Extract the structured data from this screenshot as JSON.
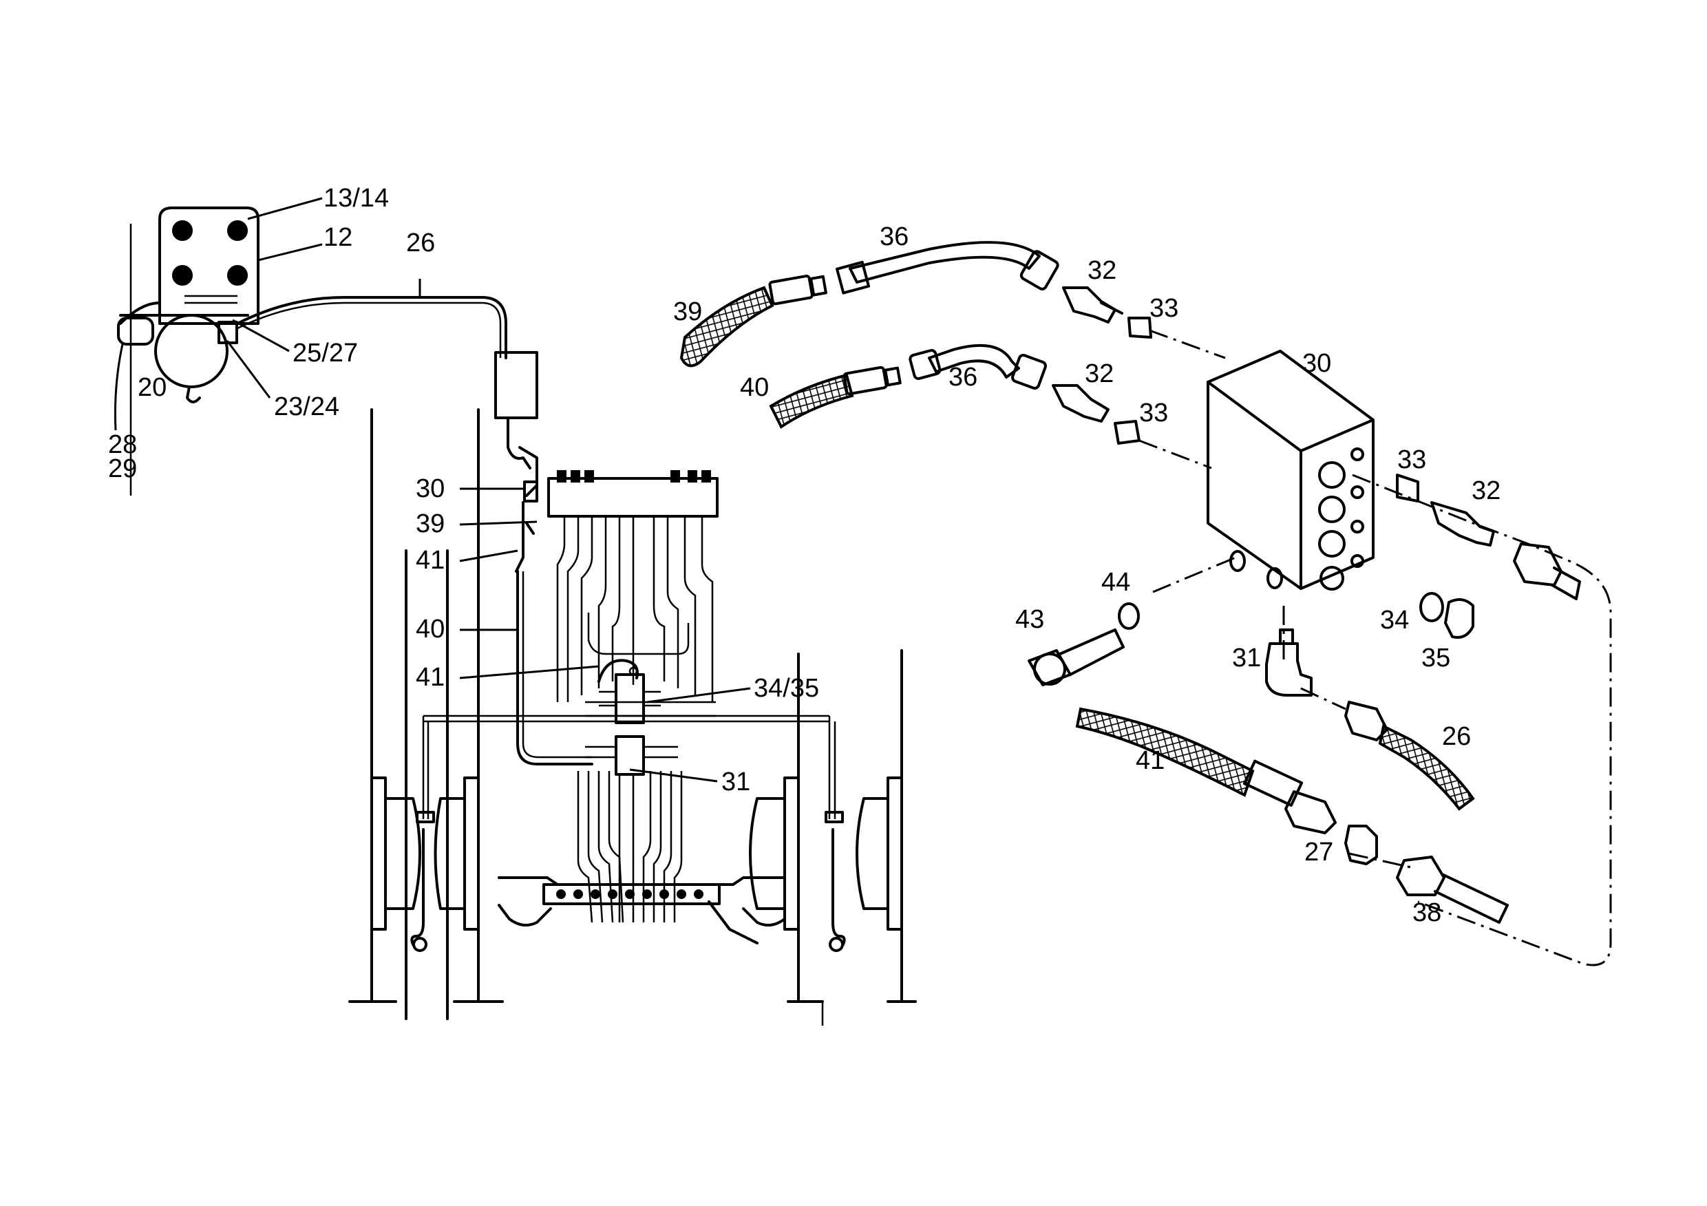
{
  "labels": {
    "l_13_14": "13/14",
    "l_12": "12",
    "l_26_top": "26",
    "l_25_27": "25/27",
    "l_23_24": "23/24",
    "l_20": "20",
    "l_28": "28",
    "l_29": "29",
    "l_30_left": "30",
    "l_39_left": "39",
    "l_41_left_a": "41",
    "l_40_left": "40",
    "l_41_left_b": "41",
    "l_34_35": "34/35",
    "l_31_left": "31",
    "l_36_a": "36",
    "l_32_a": "32",
    "l_33_a": "33",
    "l_39_right": "39",
    "l_40_right": "40",
    "l_36_b": "36",
    "l_32_b": "32",
    "l_33_b": "33",
    "l_30_right": "30",
    "l_33_c": "33",
    "l_32_c": "32",
    "l_44": "44",
    "l_43": "43",
    "l_34": "34",
    "l_35": "35",
    "l_31_right": "31",
    "l_26_right": "26",
    "l_41_right": "41",
    "l_27": "27",
    "l_38": "38"
  }
}
